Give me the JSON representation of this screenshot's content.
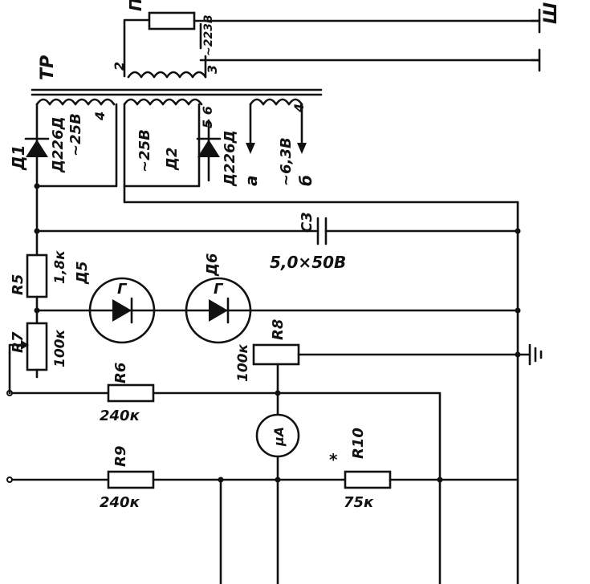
{
  "transformer": {
    "ref": "ТР",
    "fuse_ref": "Пр",
    "plug_ref": "Ш",
    "primary_pin_left": "2",
    "primary_pin_right": "3",
    "primary_voltage": "~223В"
  },
  "windings": {
    "w1_pin": "4",
    "w1_voltage": "~25В",
    "w2_pins": "5 6",
    "w2_voltage": "~25В",
    "w3_pin": "4",
    "w3_voltage": "~6,3В"
  },
  "outputs": {
    "a": "а",
    "b": "б"
  },
  "diodes": {
    "d1_ref": "Д1",
    "d1_type": "Д226Д",
    "d2_ref": "Д2",
    "d2_type": "Д226Д"
  },
  "zeners": {
    "d5_ref": "Д5",
    "d6_ref": "Д6",
    "mark": "Г"
  },
  "capacitor": {
    "ref": "С3",
    "value": "5,0×50В"
  },
  "resistors": {
    "r5_ref": "R5",
    "r5_value": "1,8к",
    "r7_ref": "R7",
    "r7_value": "100к",
    "r8_ref": "R8",
    "r8_value": "100к",
    "r6_ref": "R6",
    "r6_value": "240к",
    "r9_ref": "R9",
    "r9_value": "240к",
    "r10_ref": "R10",
    "r10_value": "75к",
    "r10_mark": "*"
  },
  "meter": {
    "label": "μA"
  }
}
